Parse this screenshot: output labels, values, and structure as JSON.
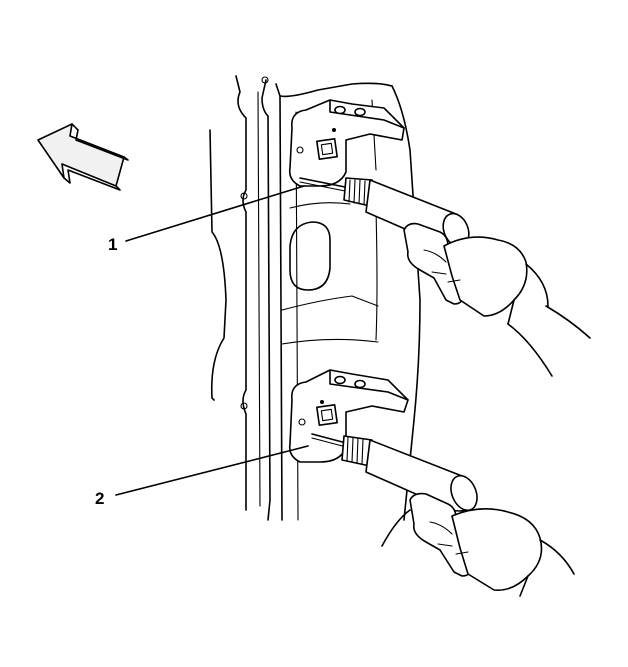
{
  "callouts": [
    {
      "number": "1",
      "target": "upper-hinge-tool"
    },
    {
      "number": "2",
      "target": "lower-hinge-tool"
    }
  ],
  "icons": {
    "direction": "forward-arrow-icon",
    "tool": "hinge-pin-driver-tool"
  },
  "colors": {
    "line": "#000000",
    "background": "#ffffff"
  }
}
